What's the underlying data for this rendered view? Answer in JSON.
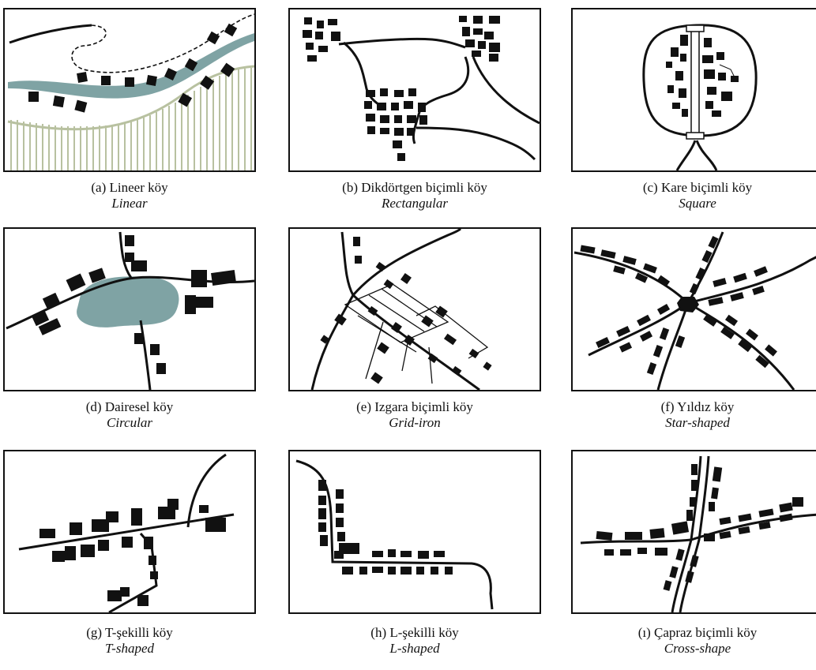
{
  "colors": {
    "ink": "#111111",
    "water": "#7fa3a4",
    "field": "#b8c1a0",
    "paper": "#ffffff"
  },
  "panels": [
    {
      "id": "a",
      "caption_tr": "(a) Lineer köy",
      "caption_en": "Linear"
    },
    {
      "id": "b",
      "caption_tr": "(b) Dikdörtgen biçimli köy",
      "caption_en": "Rectangular"
    },
    {
      "id": "c",
      "caption_tr": "(c) Kare biçimli köy",
      "caption_en": "Square"
    },
    {
      "id": "d",
      "caption_tr": "(d) Dairesel köy",
      "caption_en": "Circular"
    },
    {
      "id": "e",
      "caption_tr": "(e) Izgara biçimli köy",
      "caption_en": "Grid-iron"
    },
    {
      "id": "f",
      "caption_tr": "(f) Yıldız köy",
      "caption_en": "Star-shaped"
    },
    {
      "id": "g",
      "caption_tr": "(g) T-şekilli köy",
      "caption_en": "T-shaped"
    },
    {
      "id": "h",
      "caption_tr": "(h) L-şekilli köy",
      "caption_en": "L-shaped"
    },
    {
      "id": "i",
      "caption_tr": "(ı) Çapraz biçimli köy",
      "caption_en": "Cross-shape"
    }
  ]
}
